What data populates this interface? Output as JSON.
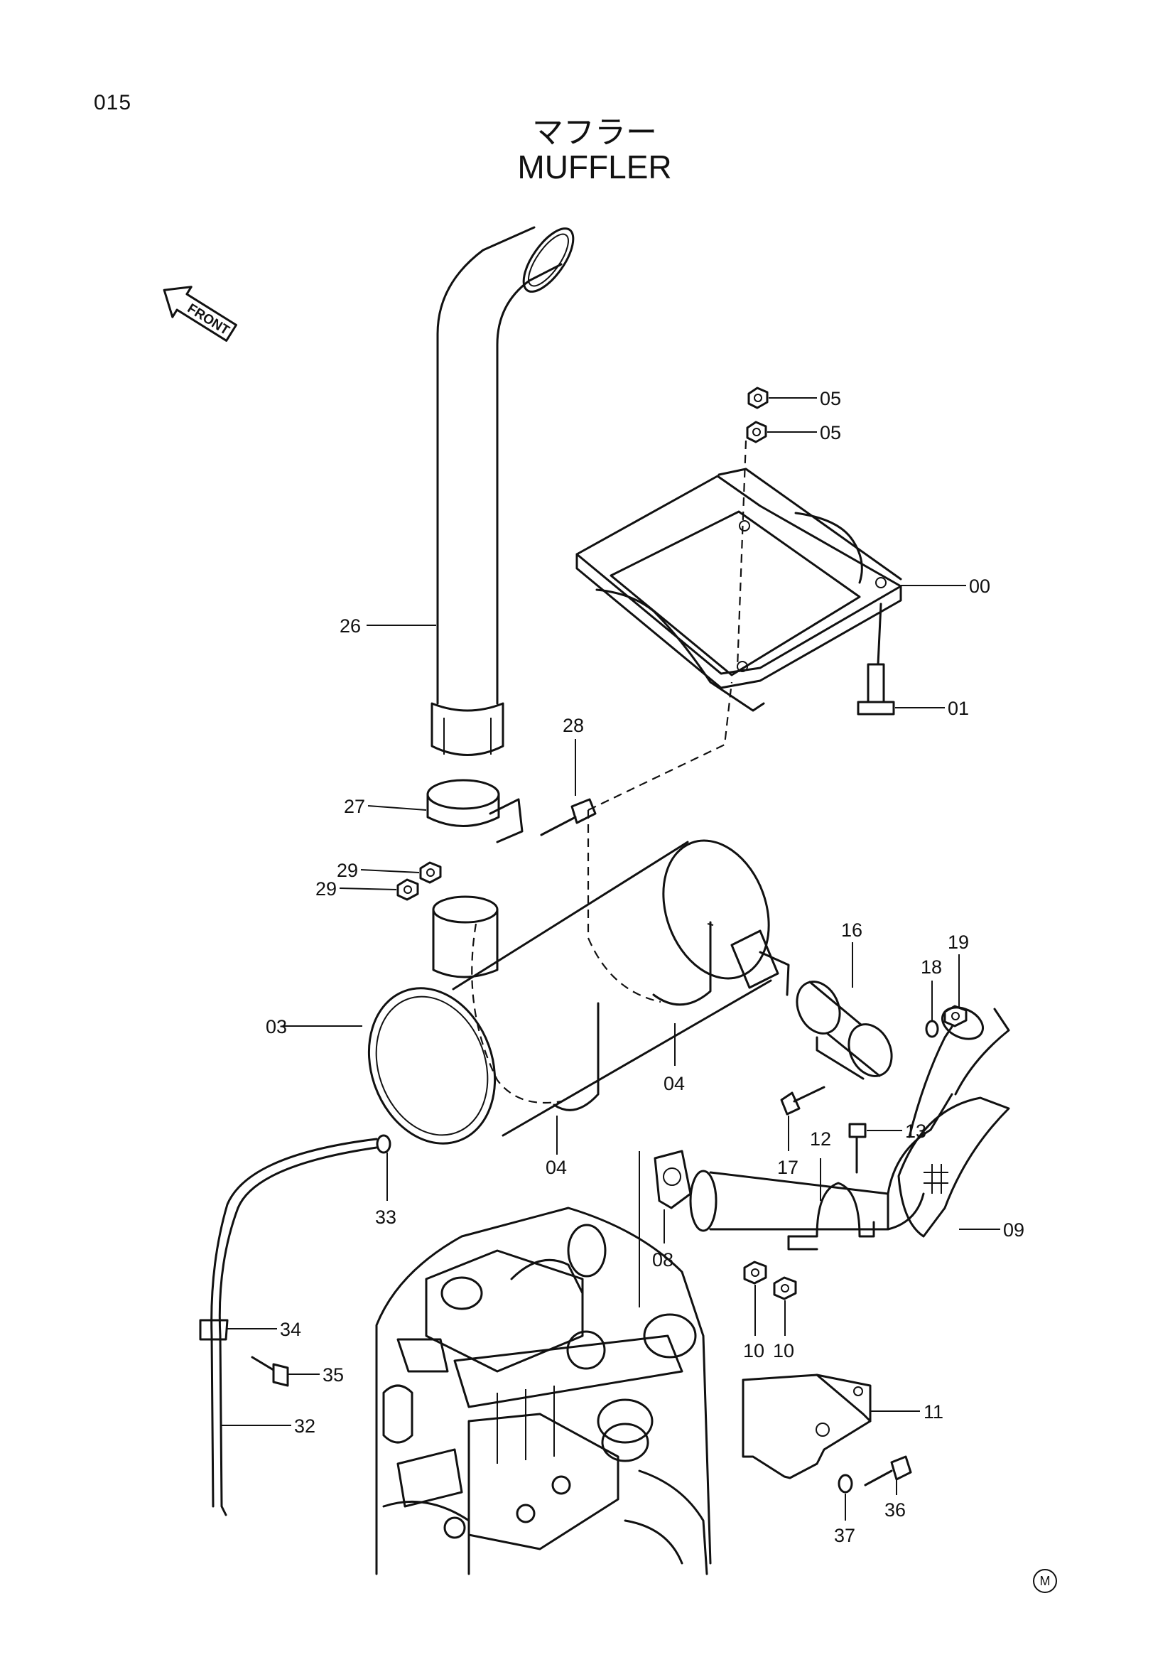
{
  "header": {
    "page_number": "015",
    "title_jp": "マフラー",
    "title_en": "MUFFLER"
  },
  "front_arrow": {
    "label": "FRONT"
  },
  "callouts": [
    {
      "id": "05a",
      "label": "05",
      "part": "nut"
    },
    {
      "id": "05b",
      "label": "05",
      "part": "nut"
    },
    {
      "id": "00",
      "label": "00",
      "part": "muffler bracket"
    },
    {
      "id": "01",
      "label": "01",
      "part": "bolt"
    },
    {
      "id": "26",
      "label": "26",
      "part": "exhaust stack pipe"
    },
    {
      "id": "28",
      "label": "28",
      "part": "bolt"
    },
    {
      "id": "27",
      "label": "27",
      "part": "clamp"
    },
    {
      "id": "29a",
      "label": "29",
      "part": "nut"
    },
    {
      "id": "29b",
      "label": "29",
      "part": "nut"
    },
    {
      "id": "16",
      "label": "16",
      "part": "clamp"
    },
    {
      "id": "19",
      "label": "19",
      "part": "nut"
    },
    {
      "id": "18",
      "label": "18",
      "part": "washer"
    },
    {
      "id": "03",
      "label": "03",
      "part": "muffler"
    },
    {
      "id": "04a",
      "label": "04",
      "part": "u-bolt"
    },
    {
      "id": "04b",
      "label": "04",
      "part": "u-bolt"
    },
    {
      "id": "17",
      "label": "17",
      "part": "bolt"
    },
    {
      "id": "12",
      "label": "12",
      "part": "clamp"
    },
    {
      "id": "13",
      "label": "13",
      "part": "bolt"
    },
    {
      "id": "33",
      "label": "33",
      "part": "clip"
    },
    {
      "id": "08",
      "label": "08",
      "part": "gasket"
    },
    {
      "id": "09",
      "label": "09",
      "part": "exhaust pipe"
    },
    {
      "id": "34",
      "label": "34",
      "part": "clip"
    },
    {
      "id": "10a",
      "label": "10",
      "part": "nut"
    },
    {
      "id": "10b",
      "label": "10",
      "part": "nut"
    },
    {
      "id": "35",
      "label": "35",
      "part": "bolt"
    },
    {
      "id": "32",
      "label": "32",
      "part": "drain hose"
    },
    {
      "id": "11",
      "label": "11",
      "part": "bracket"
    },
    {
      "id": "36",
      "label": "36",
      "part": "bolt"
    },
    {
      "id": "37",
      "label": "37",
      "part": "washer"
    }
  ],
  "mark": "M"
}
